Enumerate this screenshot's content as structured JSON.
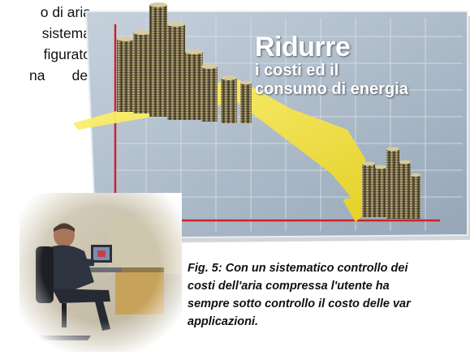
{
  "body_text": {
    "lines": [
      "o di aria",
      "sistema",
      "figurato",
      "na    dei"
    ]
  },
  "infographic": {
    "headline": "Ridurre",
    "subline_1": "i costi ed il",
    "subline_2": "consumo di energia",
    "colors": {
      "panel": "#aebcca",
      "grid": "#d8e0e8",
      "axis": "#c8252a",
      "arrow": "#f4e23a",
      "headline": "#ffffff"
    }
  },
  "figure": {
    "caption_lines": [
      "Fig. 5: Con un sistematico controllo dei",
      "costi dell'aria compressa l'utente ha",
      "sempre sotto controllo il costo delle var",
      "applicazioni."
    ]
  }
}
